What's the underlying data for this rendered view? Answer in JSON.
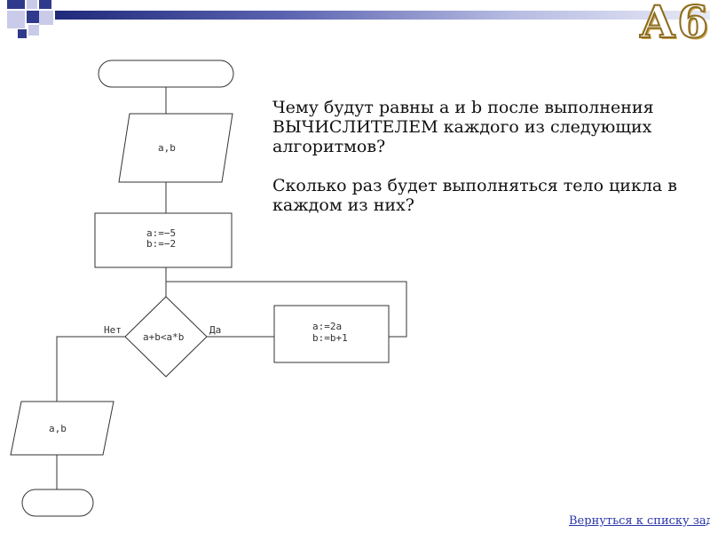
{
  "badge": "А6",
  "question": {
    "paragraph1": "Чему будут равны a и b после выполнения ВЫЧИСЛИТЕЛЕМ каждого из следующих алгоритмов?",
    "paragraph2": "Сколько раз будет выполняться тело цикла в каждом из них?"
  },
  "flowchart": {
    "input_label": "a,b",
    "assign_line1": "a:=−5",
    "assign_line2": "b:=−2",
    "condition": "a+b<a*b",
    "no_label": "Нет",
    "yes_label": "Да",
    "body_line1": "a:=2a",
    "body_line2": "b:=b+1",
    "output_label": "a,b"
  },
  "footer": {
    "back_link": "Вернуться к списку заданий"
  },
  "colors": {
    "accent": "#303a8c",
    "link": "#2a35a8"
  }
}
